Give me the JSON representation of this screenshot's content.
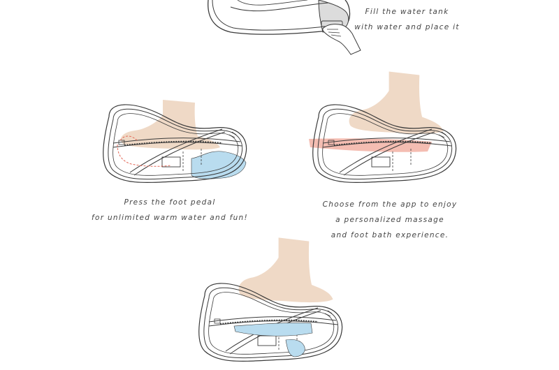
{
  "steps": [
    {
      "caption_lines": [
        "Fill the water tank",
        "with water and place it"
      ]
    },
    {
      "caption_lines": [
        "Press the foot pedal",
        "for unlimited warm water and fun!"
      ]
    },
    {
      "caption_lines": [
        "Choose from the app to enjoy",
        "a personalized massage",
        "and foot bath experience."
      ]
    },
    {
      "caption_lines": []
    }
  ],
  "colors": {
    "line": "#3a3a3a",
    "foot": "#efd9c6",
    "water": "#b9dcef",
    "heat": "#f2b2a4",
    "heat_line": "#e36a5a",
    "tank_gray": "#dcdcdc"
  },
  "icons": [
    "hand-icon",
    "foot-icon",
    "water-icon",
    "heat-glow-icon",
    "foot-bath-device-icon"
  ]
}
